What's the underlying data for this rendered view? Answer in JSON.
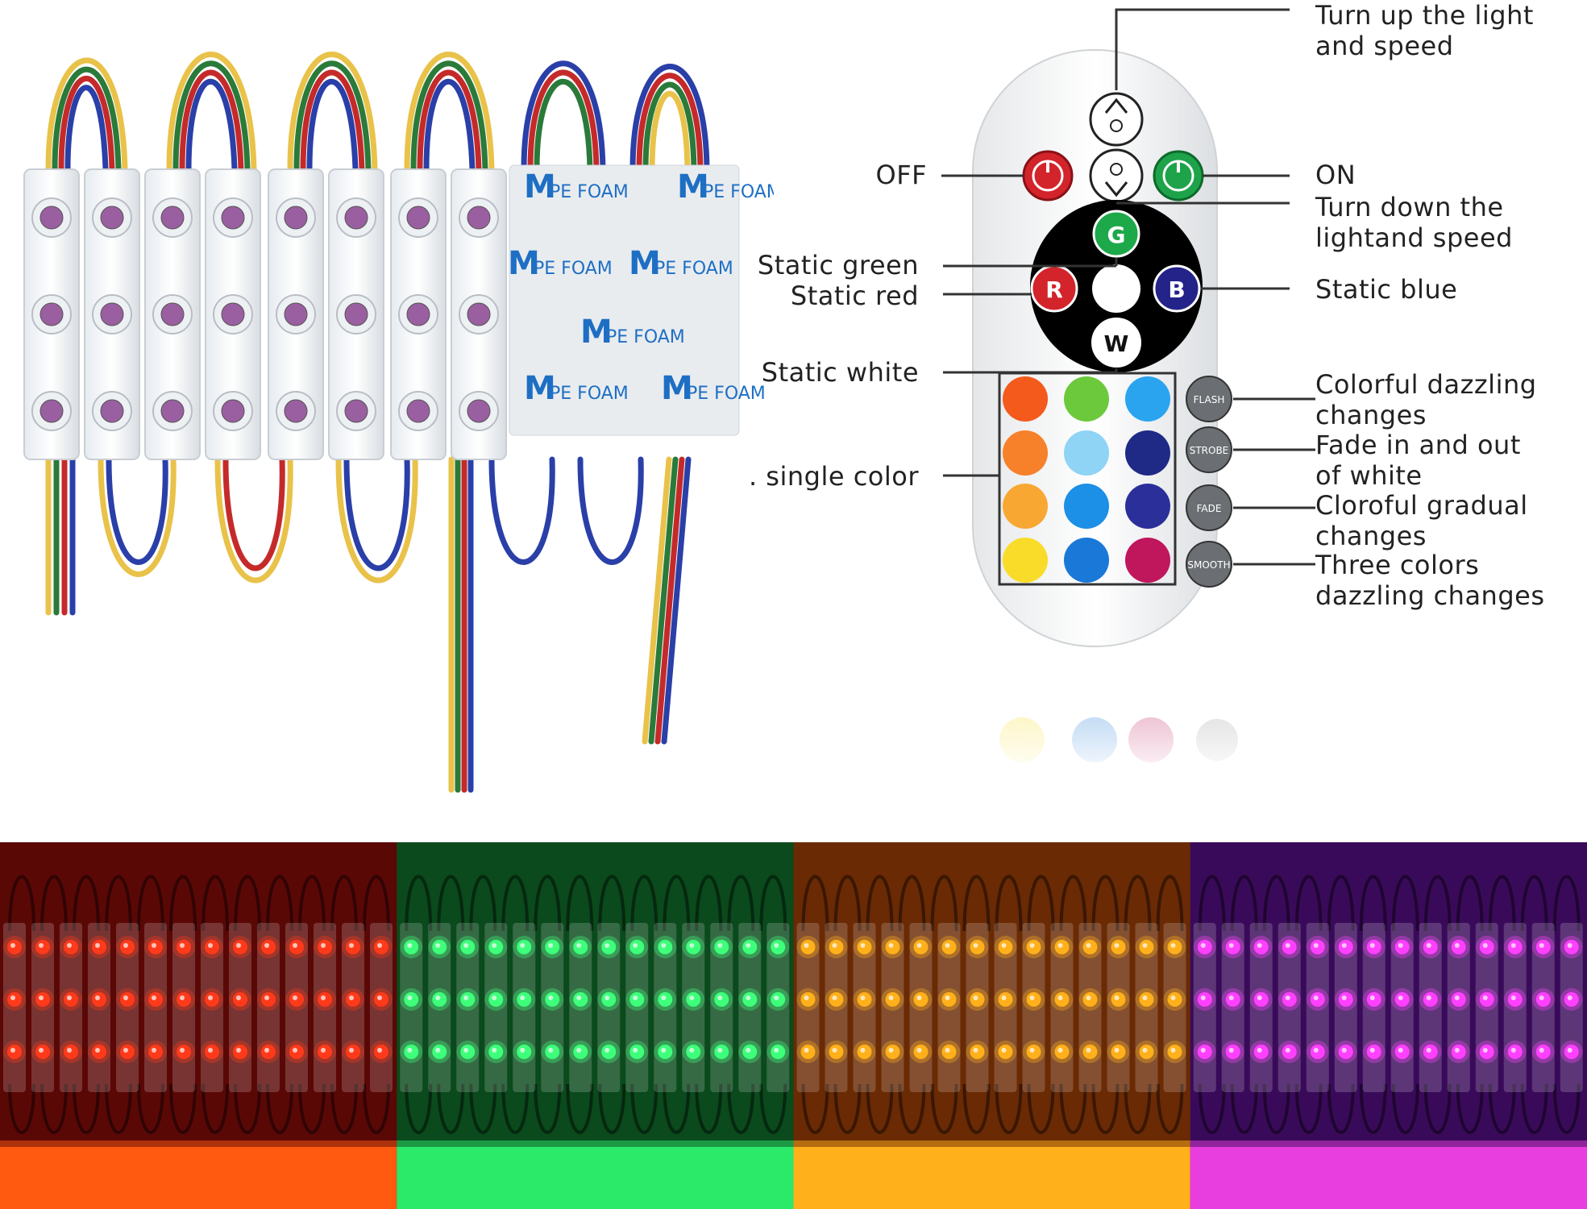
{
  "remote": {
    "top_buttons": {
      "off": "OFF",
      "on": "ON"
    },
    "letters": {
      "g": "G",
      "r": "R",
      "b": "B",
      "w": "W"
    },
    "mode_buttons": [
      "FLASH",
      "STROBE",
      "FADE",
      "SMOOTH"
    ],
    "color_grid": [
      [
        "#f45a1c",
        "#6cc93c",
        "#2aa4ef"
      ],
      [
        "#f6812a",
        "#8fd3f5",
        "#1f2a86"
      ],
      [
        "#f9a733",
        "#1c8fe6",
        "#2a2f9a"
      ],
      [
        "#f9dc2a",
        "#1a78d8",
        "#c0165c"
      ]
    ]
  },
  "labels": {
    "turn_up": [
      "Turn up the light",
      "and speed"
    ],
    "off": "OFF",
    "on": "ON",
    "turn_down": [
      "Turn down the",
      "lightand speed"
    ],
    "static_green": "Static green",
    "static_red": "Static red",
    "static_blue": "Static blue",
    "static_white": "Static white",
    "single_color": ". single color",
    "flash_desc": [
      "Colorful dazzling",
      "changes"
    ],
    "strobe_desc": [
      "Fade in and out",
      "of white"
    ],
    "fade_desc": [
      "Cloroful gradual",
      "changes"
    ],
    "smooth_desc": [
      "Three colors",
      "dazzling changes"
    ]
  },
  "foam_text": "PE FOAM",
  "foam_letter": "M",
  "panels": [
    {
      "name": "red",
      "bg": "#5a0806",
      "led": "#ff3a1a",
      "strip": "#ff5a10"
    },
    {
      "name": "green",
      "bg": "#0a4a1c",
      "led": "#3dff7a",
      "strip": "#2bea6a"
    },
    {
      "name": "orange",
      "bg": "#6a2a04",
      "led": "#ffb01a",
      "strip": "#ffb01a"
    },
    {
      "name": "purple",
      "bg": "#3a0a5a",
      "led": "#ff40ff",
      "strip": "#e83ee0"
    }
  ]
}
